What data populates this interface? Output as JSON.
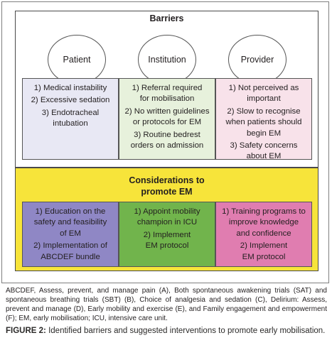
{
  "barriers": {
    "title": "Barriers",
    "categories": [
      {
        "label": "Patient",
        "color": "#e8e8f4",
        "items": [
          "1) Medical instability",
          "2) Excessive sedation",
          "3) Endotracheal\nintubation"
        ]
      },
      {
        "label": "Institution",
        "color": "#e7f1dc",
        "items": [
          "1) Referral required\nfor mobilisation",
          "2) No written guidelines\nor protocols for EM",
          "3) Routine bedrest\norders on admission"
        ]
      },
      {
        "label": "Provider",
        "color": "#f8e2ea",
        "items": [
          "1) Not perceived as\nimportant",
          "2) Slow to recognise\nwhen patients should\nbegin EM",
          "3) Safety concerns\nabout EM"
        ]
      }
    ]
  },
  "considerations": {
    "title": "Considerations to\npromote EM",
    "boxes": [
      {
        "color": "#8f87c5",
        "items": [
          "1) Education on the\nsafety and feasibility\nof EM",
          "2) Implementation of\nABCDEF bundle"
        ]
      },
      {
        "color": "#71b44c",
        "items": [
          "1) Appoint mobility\nchampion in ICU",
          "2) Implement\nEM protocol"
        ]
      },
      {
        "color": "#e07db0",
        "items": [
          "1) Training programs to\nimprove knowledge\nand confidence",
          "2) Implement\nEM protocol"
        ]
      }
    ]
  },
  "footnote": "ABCDEF, Assess, prevent, and manage pain (A), Both spontaneous awakening trials (SAT) and spontaneous breathing trials (SBT) (B), Choice of analgesia and sedation (C), Delirium: Assess, prevent and manage (D), Early mobility and exercise (E), and Family engagement and empowerment (F); EM, early mobilisation; ICU, intensive care unit.",
  "caption": {
    "label": "FIGURE 2:",
    "text": "Identified barriers and suggested interventions to promote early mobilisation."
  }
}
